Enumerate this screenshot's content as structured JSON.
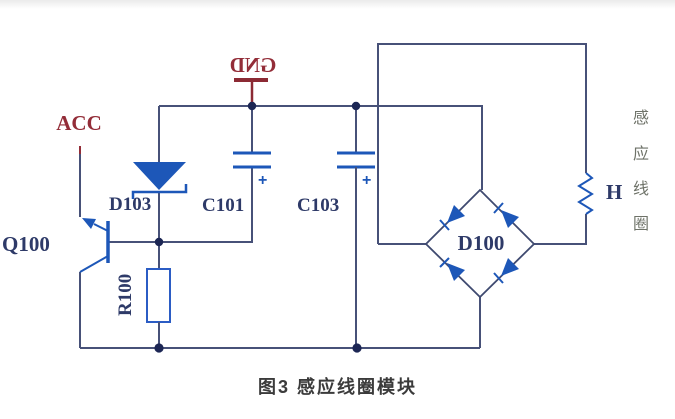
{
  "caption": "图3 感应线圈模块",
  "net_labels": {
    "power": "ACC",
    "ground": "GND"
  },
  "designators": {
    "zener": "D103",
    "cap_left": "C101",
    "cap_right": "C103",
    "transistor": "Q100",
    "resistor": "R100",
    "bridge": "D100",
    "coil": "H"
  },
  "polarity_mark": "+",
  "coil_label": {
    "text": "感应线圈",
    "chars": [
      "感",
      "应",
      "线",
      "圈"
    ]
  },
  "colors": {
    "wire": "#475178",
    "component_blue": "#1d57b8",
    "net_label_red": "#932d38",
    "designator_navy": "#2e3a68",
    "junction_dot": "#1c2654",
    "coil_text_gray": "#6e7268",
    "caption_gray": "#3b3b3b"
  }
}
